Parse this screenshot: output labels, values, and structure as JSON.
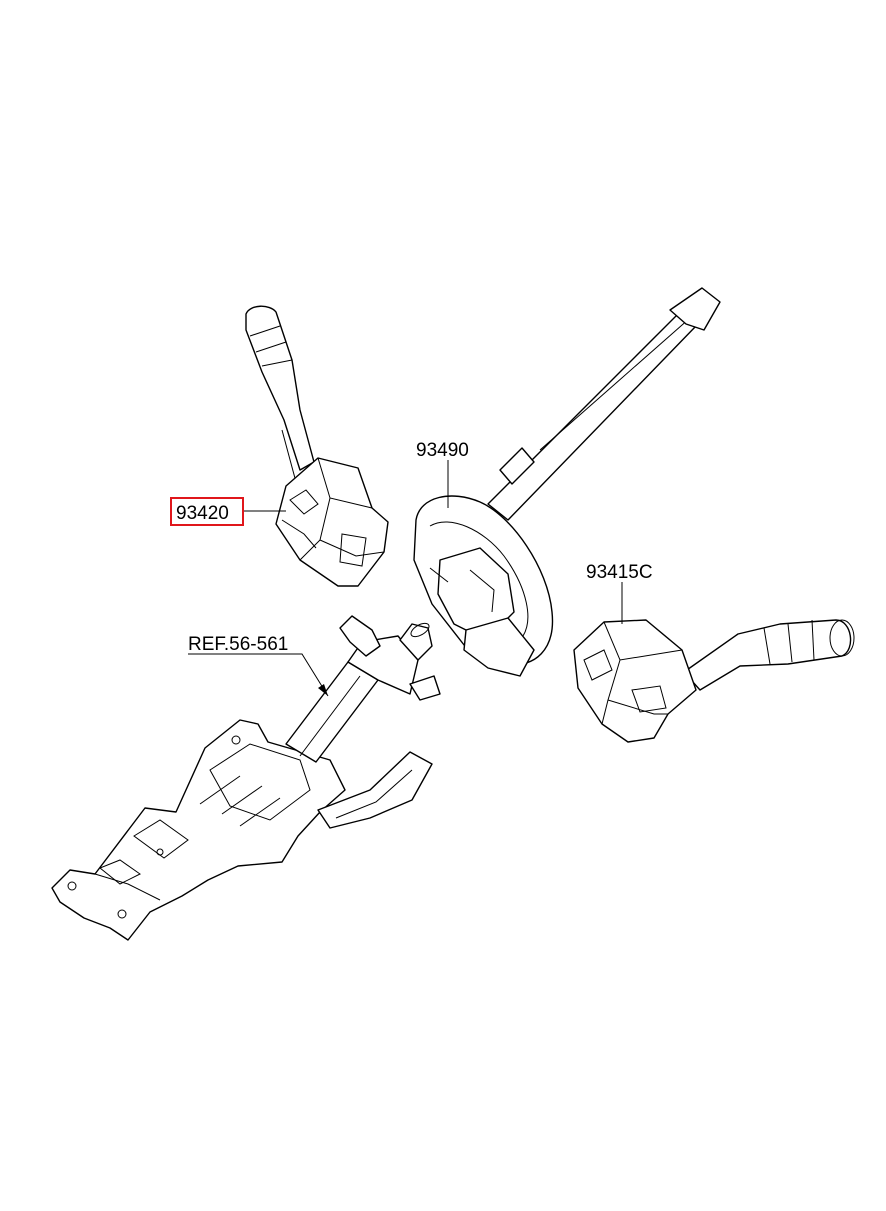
{
  "callouts": {
    "highlighted": "93420",
    "clock_spring": "93490",
    "wiper_switch": "93415C",
    "column_ref": "REF.56-561"
  },
  "highlight_color": "#e0161b"
}
